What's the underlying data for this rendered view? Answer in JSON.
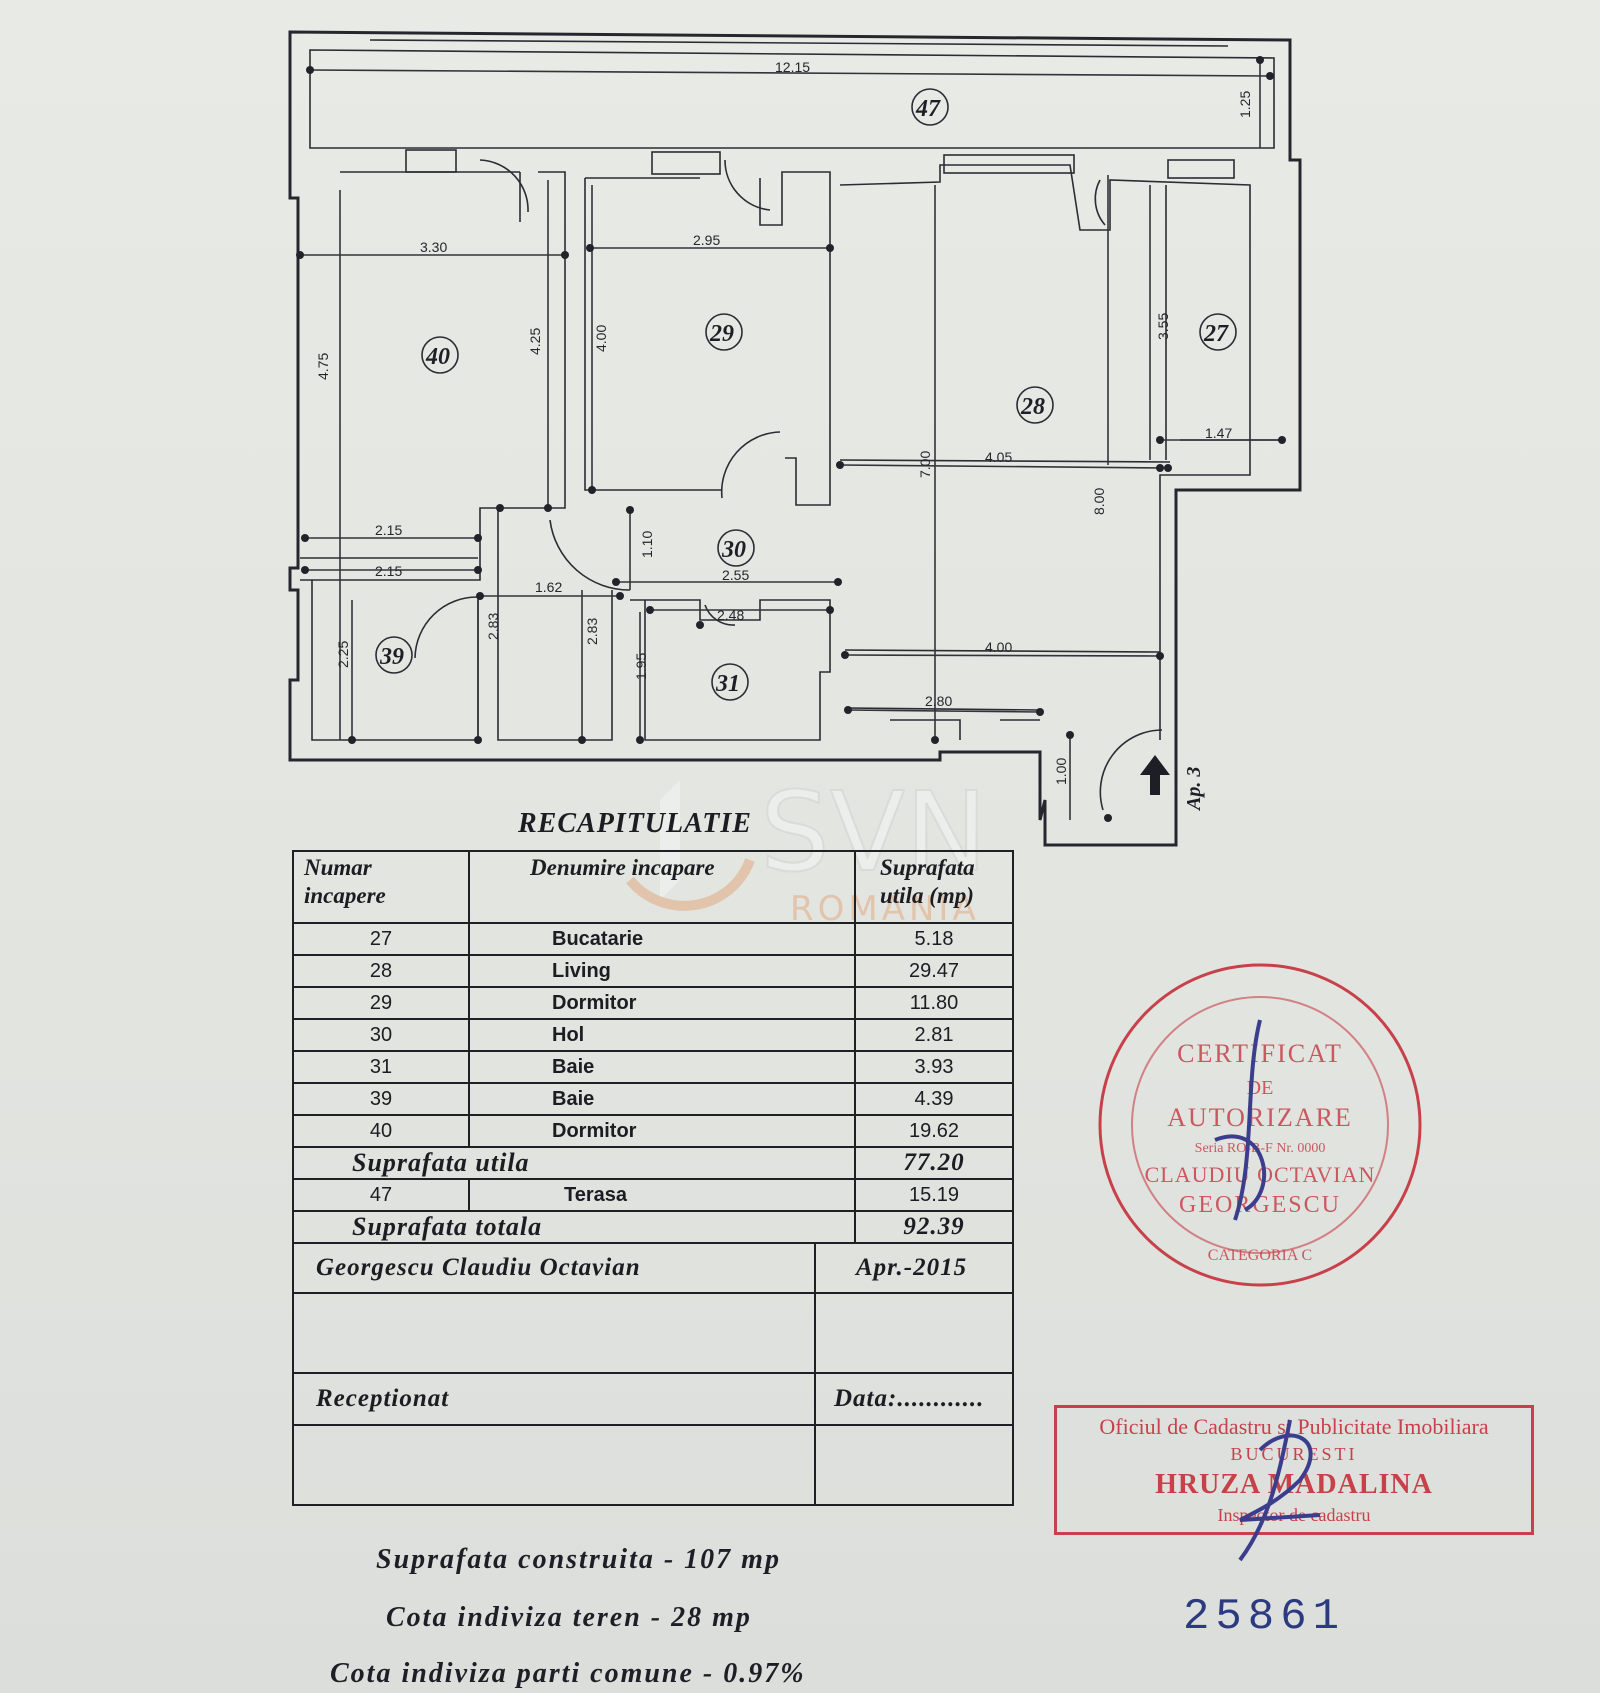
{
  "plan": {
    "rooms": [
      "47",
      "40",
      "29",
      "28",
      "27",
      "30",
      "39",
      "31"
    ],
    "dims": [
      "12.15",
      "1.25",
      "3.30",
      "4.75",
      "4.25",
      "2.95",
      "4.00",
      "3.55",
      "1.47",
      "4.05",
      "7.00",
      "8.00",
      "2.15",
      "2.15",
      "1.10",
      "2.55",
      "1.62",
      "2.48",
      "2.83",
      "2.83",
      "2.25",
      "1.95",
      "4.00",
      "2.80",
      "1.00"
    ],
    "entrance": "Ap. 3"
  },
  "recap": {
    "title": "RECAPITULATIE",
    "headers": [
      "Numar incapere",
      "Denumire incapare",
      "Suprafata utila (mp)"
    ],
    "rows": [
      {
        "nr": "27",
        "name": "Bucatarie",
        "area": "5.18"
      },
      {
        "nr": "28",
        "name": "Living",
        "area": "29.47"
      },
      {
        "nr": "29",
        "name": "Dormitor",
        "area": "11.80"
      },
      {
        "nr": "30",
        "name": "Hol",
        "area": "2.81"
      },
      {
        "nr": "31",
        "name": "Baie",
        "area": "3.93"
      },
      {
        "nr": "39",
        "name": "Baie",
        "area": "4.39"
      },
      {
        "nr": "40",
        "name": "Dormitor",
        "area": "19.62"
      }
    ],
    "utila_label": "Suprafata utila",
    "utila_value": "77.20",
    "terasa": {
      "nr": "47",
      "name": "Terasa",
      "area": "15.19"
    },
    "total_label": "Suprafata totala",
    "total_value": "92.39",
    "author": "Georgescu Claudiu Octavian",
    "date": "Apr.-2015",
    "receptionat": "Receptionat",
    "data_label": "Data:............"
  },
  "footer": {
    "construita": "Suprafata construita - 107 mp",
    "teren": "Cota indiviza teren - 28 mp",
    "comune": "Cota indiviza parti comune - 0.97%",
    "number": "25861"
  },
  "stamps": {
    "round": [
      "CERTIFICAT",
      "DE",
      "AUTORIZARE",
      "Seria RO-B-F Nr. 0000",
      "CLAUDIU OCTAVIAN",
      "GEORGESCU",
      "CATEGORIA C"
    ],
    "rect": [
      "Oficiul de Cadastru si Publicitate Imobiliara",
      "BUCURESTI",
      "HRUZA MADALINA",
      "Inspector de cadastru"
    ]
  },
  "watermark": {
    "brand": "SVN",
    "sub": "ROMANIA"
  },
  "colors": {
    "ink": "#1c1c22",
    "stamp": "#c8404a",
    "number": "#2c3a80",
    "watermark": "#e08848"
  }
}
